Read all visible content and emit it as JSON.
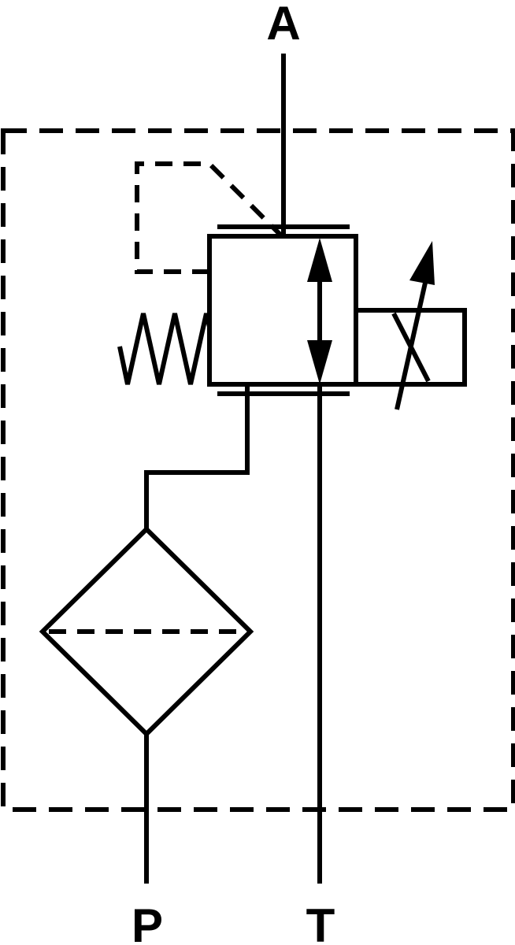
{
  "ports": {
    "a": "A",
    "p": "P",
    "t": "T"
  },
  "colors": {
    "line": "#000000",
    "background": "#ffffff"
  }
}
